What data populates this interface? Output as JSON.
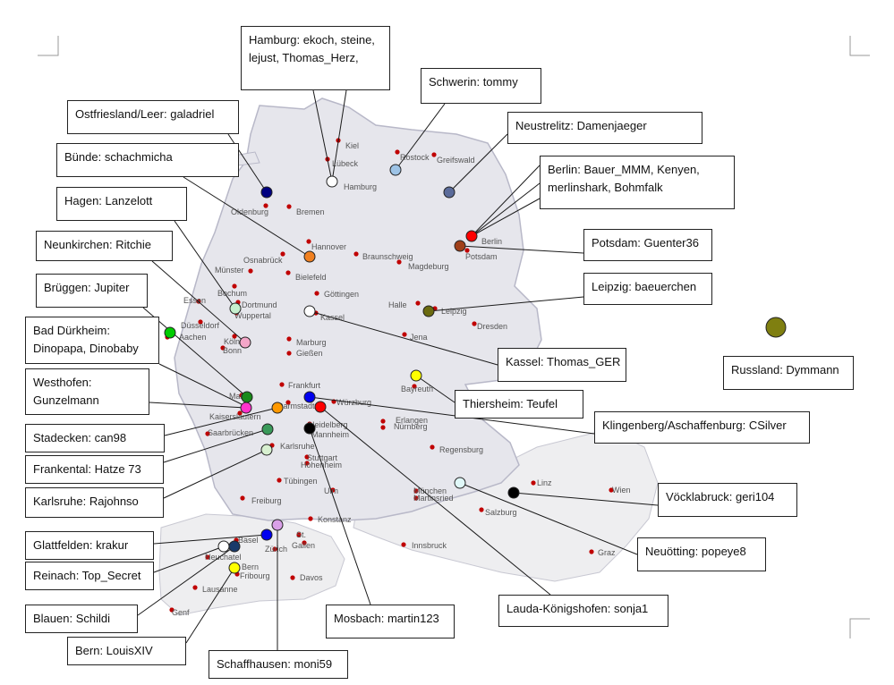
{
  "cities": [
    {
      "name": "Kiel",
      "color": "#c00000"
    },
    {
      "name": "Lübeck",
      "color": "#c00000"
    },
    {
      "name": "Rostock",
      "color": "#c00000"
    },
    {
      "name": "Greifswald",
      "color": "#c00000"
    },
    {
      "name": "Hamburg",
      "color": "#c00000"
    },
    {
      "name": "Oldenburg",
      "color": "#c00000"
    },
    {
      "name": "Bremen",
      "color": "#c00000"
    },
    {
      "name": "Berlin",
      "color": "#c00000"
    },
    {
      "name": "Potsdam",
      "color": "#c00000"
    },
    {
      "name": "Hannover",
      "color": "#c00000"
    },
    {
      "name": "Osnabrück",
      "color": "#c00000"
    },
    {
      "name": "Braunschweig",
      "color": "#c00000"
    },
    {
      "name": "Magdeburg",
      "color": "#c00000"
    },
    {
      "name": "Münster",
      "color": "#c00000"
    },
    {
      "name": "Bielefeld",
      "color": "#c00000"
    },
    {
      "name": "Bochum",
      "color": "#c00000"
    },
    {
      "name": "Dortmund",
      "color": "#c00000"
    },
    {
      "name": "Essen",
      "color": "#c00000"
    },
    {
      "name": "Wuppertal",
      "color": "#c00000"
    },
    {
      "name": "Düsseldorf",
      "color": "#c00000"
    },
    {
      "name": "Göttingen",
      "color": "#c00000"
    },
    {
      "name": "Halle",
      "color": "#c00000"
    },
    {
      "name": "Leipzig",
      "color": "#c00000"
    },
    {
      "name": "Kassel",
      "color": "#c00000"
    },
    {
      "name": "Dresden",
      "color": "#c00000"
    },
    {
      "name": "Aachen",
      "color": "#c00000"
    },
    {
      "name": "Köln",
      "color": "#c00000"
    },
    {
      "name": "Bonn",
      "color": "#c00000"
    },
    {
      "name": "Marburg",
      "color": "#c00000"
    },
    {
      "name": "Jena",
      "color": "#c00000"
    },
    {
      "name": "Gießen",
      "color": "#c00000"
    },
    {
      "name": "Frankfurt",
      "color": "#c00000"
    },
    {
      "name": "Bayreuth",
      "color": "#c00000"
    },
    {
      "name": "Mainz",
      "color": "#c00000"
    },
    {
      "name": "Darmstadt",
      "color": "#c00000"
    },
    {
      "name": "Würzburg",
      "color": "#c00000"
    },
    {
      "name": "Kaiserslautern",
      "color": "#c00000"
    },
    {
      "name": "Heidelberg",
      "color": "#c00000"
    },
    {
      "name": "Mannheim",
      "color": "#c00000"
    },
    {
      "name": "Erlangen",
      "color": "#c00000"
    },
    {
      "name": "Nürnberg",
      "color": "#c00000"
    },
    {
      "name": "Saarbrücken",
      "color": "#c00000"
    },
    {
      "name": "Karlsruhe",
      "color": "#c00000"
    },
    {
      "name": "Regensburg",
      "color": "#c00000"
    },
    {
      "name": "Stuttgart",
      "color": "#c00000"
    },
    {
      "name": "Hohenheim",
      "color": "#c00000"
    },
    {
      "name": "Tübingen",
      "color": "#c00000"
    },
    {
      "name": "Ulm",
      "color": "#c00000"
    },
    {
      "name": "Linz",
      "color": "#c00000"
    },
    {
      "name": "München",
      "color": "#c00000"
    },
    {
      "name": "Martinsried",
      "color": "#c00000"
    },
    {
      "name": "Wien",
      "color": "#c00000"
    },
    {
      "name": "Freiburg",
      "color": "#c00000"
    },
    {
      "name": "Salzburg",
      "color": "#c00000"
    },
    {
      "name": "Konstanz",
      "color": "#c00000"
    },
    {
      "name": "Basel",
      "color": "#c00000"
    },
    {
      "name": "St.",
      "color": "#c00000"
    },
    {
      "name": "Gallen",
      "color": "#c00000"
    },
    {
      "name": "Zürich",
      "color": "#c00000"
    },
    {
      "name": "Neuchatel",
      "color": "#c00000"
    },
    {
      "name": "Innsbruck",
      "color": "#c00000"
    },
    {
      "name": "Bern",
      "color": "#c00000"
    },
    {
      "name": "Fribourg",
      "color": "#c00000"
    },
    {
      "name": "Graz",
      "color": "#c00000"
    },
    {
      "name": "Davos",
      "color": "#c00000"
    },
    {
      "name": "Lausanne",
      "color": "#c00000"
    },
    {
      "name": "Genf",
      "color": "#c00000"
    }
  ],
  "labels": [
    {
      "id": "hamburg",
      "text": "Hamburg: ekoch, steine, lejust, Thomas_Herz,",
      "marker_color": "#ffffff"
    },
    {
      "id": "schwerin",
      "text": "Schwerin: tommy",
      "marker_color": "#9dc3e6"
    },
    {
      "id": "ostfriesland",
      "text": "Ostfriesland/Leer:  galadriel",
      "marker_color": "#000080"
    },
    {
      "id": "neustrelitz",
      "text": "Neustrelitz: Damenjaeger",
      "marker_color": "#5b6b9a"
    },
    {
      "id": "buende",
      "text": "Bünde:  schachmicha",
      "marker_color": "#f08020"
    },
    {
      "id": "berlin",
      "text": "Berlin:  Bauer_MMM, Kenyen, merlinshark, Bohmfalk",
      "marker_color": "#ff0000"
    },
    {
      "id": "hagen",
      "text": "Hagen: Lanzelott",
      "marker_color": "#c6efce"
    },
    {
      "id": "potsdam",
      "text": "Potsdam: Guenter36",
      "marker_color": "#a0401a"
    },
    {
      "id": "neunkirchen",
      "text": "Neunkirchen: Ritchie",
      "marker_color": "#f4a6c8"
    },
    {
      "id": "leipzig",
      "text": "Leipzig: baeuerchen",
      "marker_color": "#6b6b10"
    },
    {
      "id": "brueggen",
      "text": "Brüggen: Jupiter",
      "marker_color": "#1a8a1a"
    },
    {
      "id": "badduerkheim",
      "text": "Bad Dürkheim: Dinopapa, Dinobaby",
      "marker_color": "#00cc00"
    },
    {
      "id": "kassel",
      "text": "Kassel: Thomas_GER",
      "marker_color": "#ffffff"
    },
    {
      "id": "russland",
      "text": "Russland: Dymmann",
      "marker_color": "#7f7f10"
    },
    {
      "id": "westhofen",
      "text": "Westhofen: Gunzelmann",
      "marker_color": "#ff33cc"
    },
    {
      "id": "thiersheim",
      "text": "Thiersheim: Teufel",
      "marker_color": "#ffff00"
    },
    {
      "id": "klingenberg",
      "text": "Klingenberg/Aschaffenburg: CSilver",
      "marker_color": "#0000ee"
    },
    {
      "id": "stadecken",
      "text": "Stadecken: can98",
      "marker_color": "#ff9900"
    },
    {
      "id": "frankental",
      "text": "Frankental: Hatze 73",
      "marker_color": "#3a9a5a"
    },
    {
      "id": "karlsruhe",
      "text": "Karlsruhe: Rajohnso",
      "marker_color": "#d8f0d0"
    },
    {
      "id": "voecklabruck",
      "text": "Vöcklabruck: geri104",
      "marker_color": "#000000"
    },
    {
      "id": "glattfelden",
      "text": "Glattfelden: krakur",
      "marker_color": "#0000ee"
    },
    {
      "id": "neuoetting",
      "text": "Neuötting: popeye8",
      "marker_color": "#e0f8f8"
    },
    {
      "id": "reinach",
      "text": "Reinach: Top_Secret",
      "marker_color": "#ffffff"
    },
    {
      "id": "laudakoenigshofen",
      "text": "Lauda-Königshofen: sonja1",
      "marker_color": "#ff0000"
    },
    {
      "id": "blauen",
      "text": "Blauen: Schildi",
      "marker_color": "#1a3a6a"
    },
    {
      "id": "mosbach",
      "text": "Mosbach: martin123",
      "marker_color": "#000000"
    },
    {
      "id": "bern",
      "text": "Bern: LouisXIV",
      "marker_color": "#ffff00"
    },
    {
      "id": "schaffhausen",
      "text": "Schaffhausen: moni59",
      "marker_color": "#d9a0e8"
    }
  ]
}
